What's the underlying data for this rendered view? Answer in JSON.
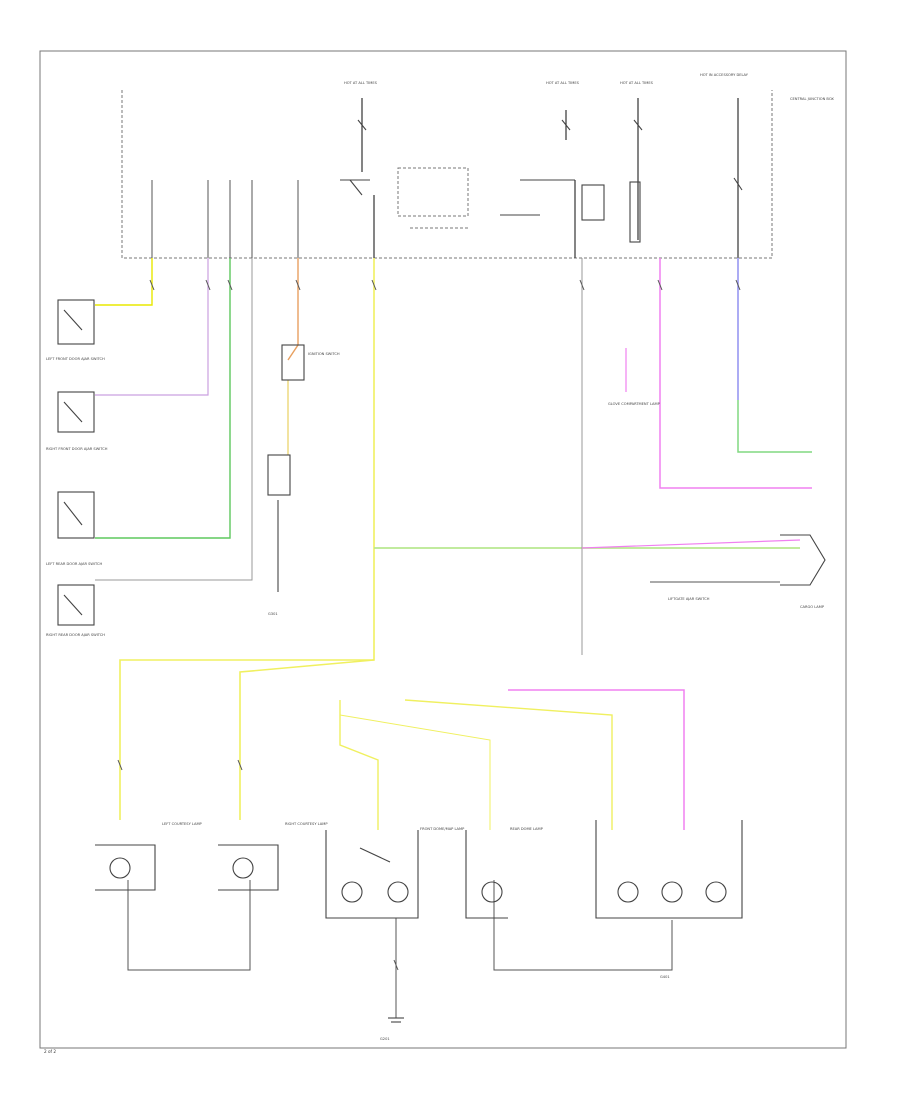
{
  "labels": {
    "fuse_hot_1": "HOT AT ALL TIMES",
    "fuse_hot_2": "HOT AT ALL TIMES",
    "fuse_hot_3": "HOT AT ALL TIMES",
    "fuse_hot_4": "HOT IN ACCESSORY DELAY",
    "main_box": "CENTRAL JUNCTION BOX",
    "ign_switch": "IGNITION SWITCH",
    "lf_door": "LEFT FRONT DOOR AJAR SWITCH",
    "rf_door": "RIGHT FRONT DOOR AJAR SWITCH",
    "lr_door": "LEFT REAR DOOR AJAR SWITCH",
    "rr_door": "RIGHT REAR DOOR AJAR SWITCH",
    "liftgate": "LIFTGATE AJAR SWITCH",
    "glove": "GLOVE COMPARTMENT LAMP",
    "lf_courtesy": "LEFT COURTESY LAMP",
    "rf_courtesy": "RIGHT COURTESY LAMP",
    "front_dome": "FRONT DOME/MAP LAMP",
    "rear_dome": "REAR DOME LAMP",
    "cargo": "CARGO LAMP",
    "ground": "G201",
    "ground2": "G301",
    "ground3": "G401",
    "page_no": "2 of 2"
  }
}
